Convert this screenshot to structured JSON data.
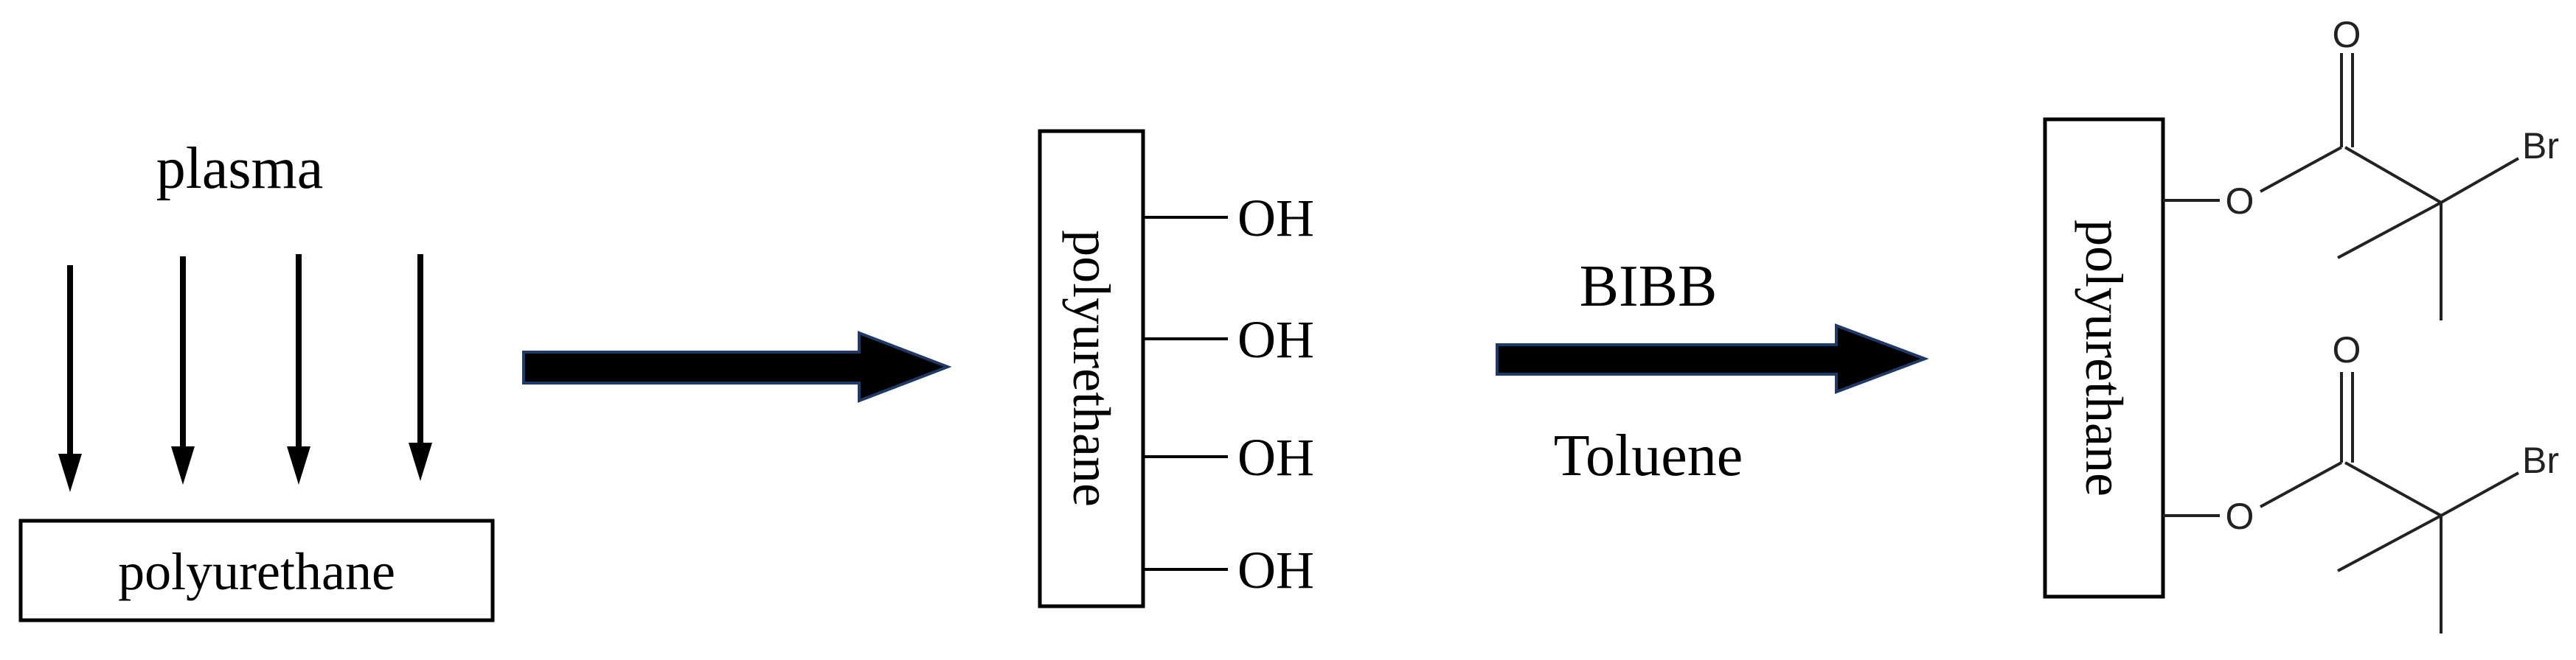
{
  "step1": {
    "energy_label": "plasma",
    "substrate_label": "polyurethane"
  },
  "step2": {
    "substrate_label": "polyurethane",
    "groups": [
      "OH",
      "OH",
      "OH",
      "OH"
    ]
  },
  "step3": {
    "reagent_label": "BIBB",
    "solvent_label": "Toluene"
  },
  "product": {
    "substrate_label": "polyurethane",
    "atoms": {
      "carbonyl_oxygen": "O",
      "ester_oxygen": "O",
      "bromine": "Br"
    }
  },
  "colors": {
    "arrow_fill": "#000000",
    "arrow_outline": "#1f3a68",
    "structure_line": "#222222"
  }
}
